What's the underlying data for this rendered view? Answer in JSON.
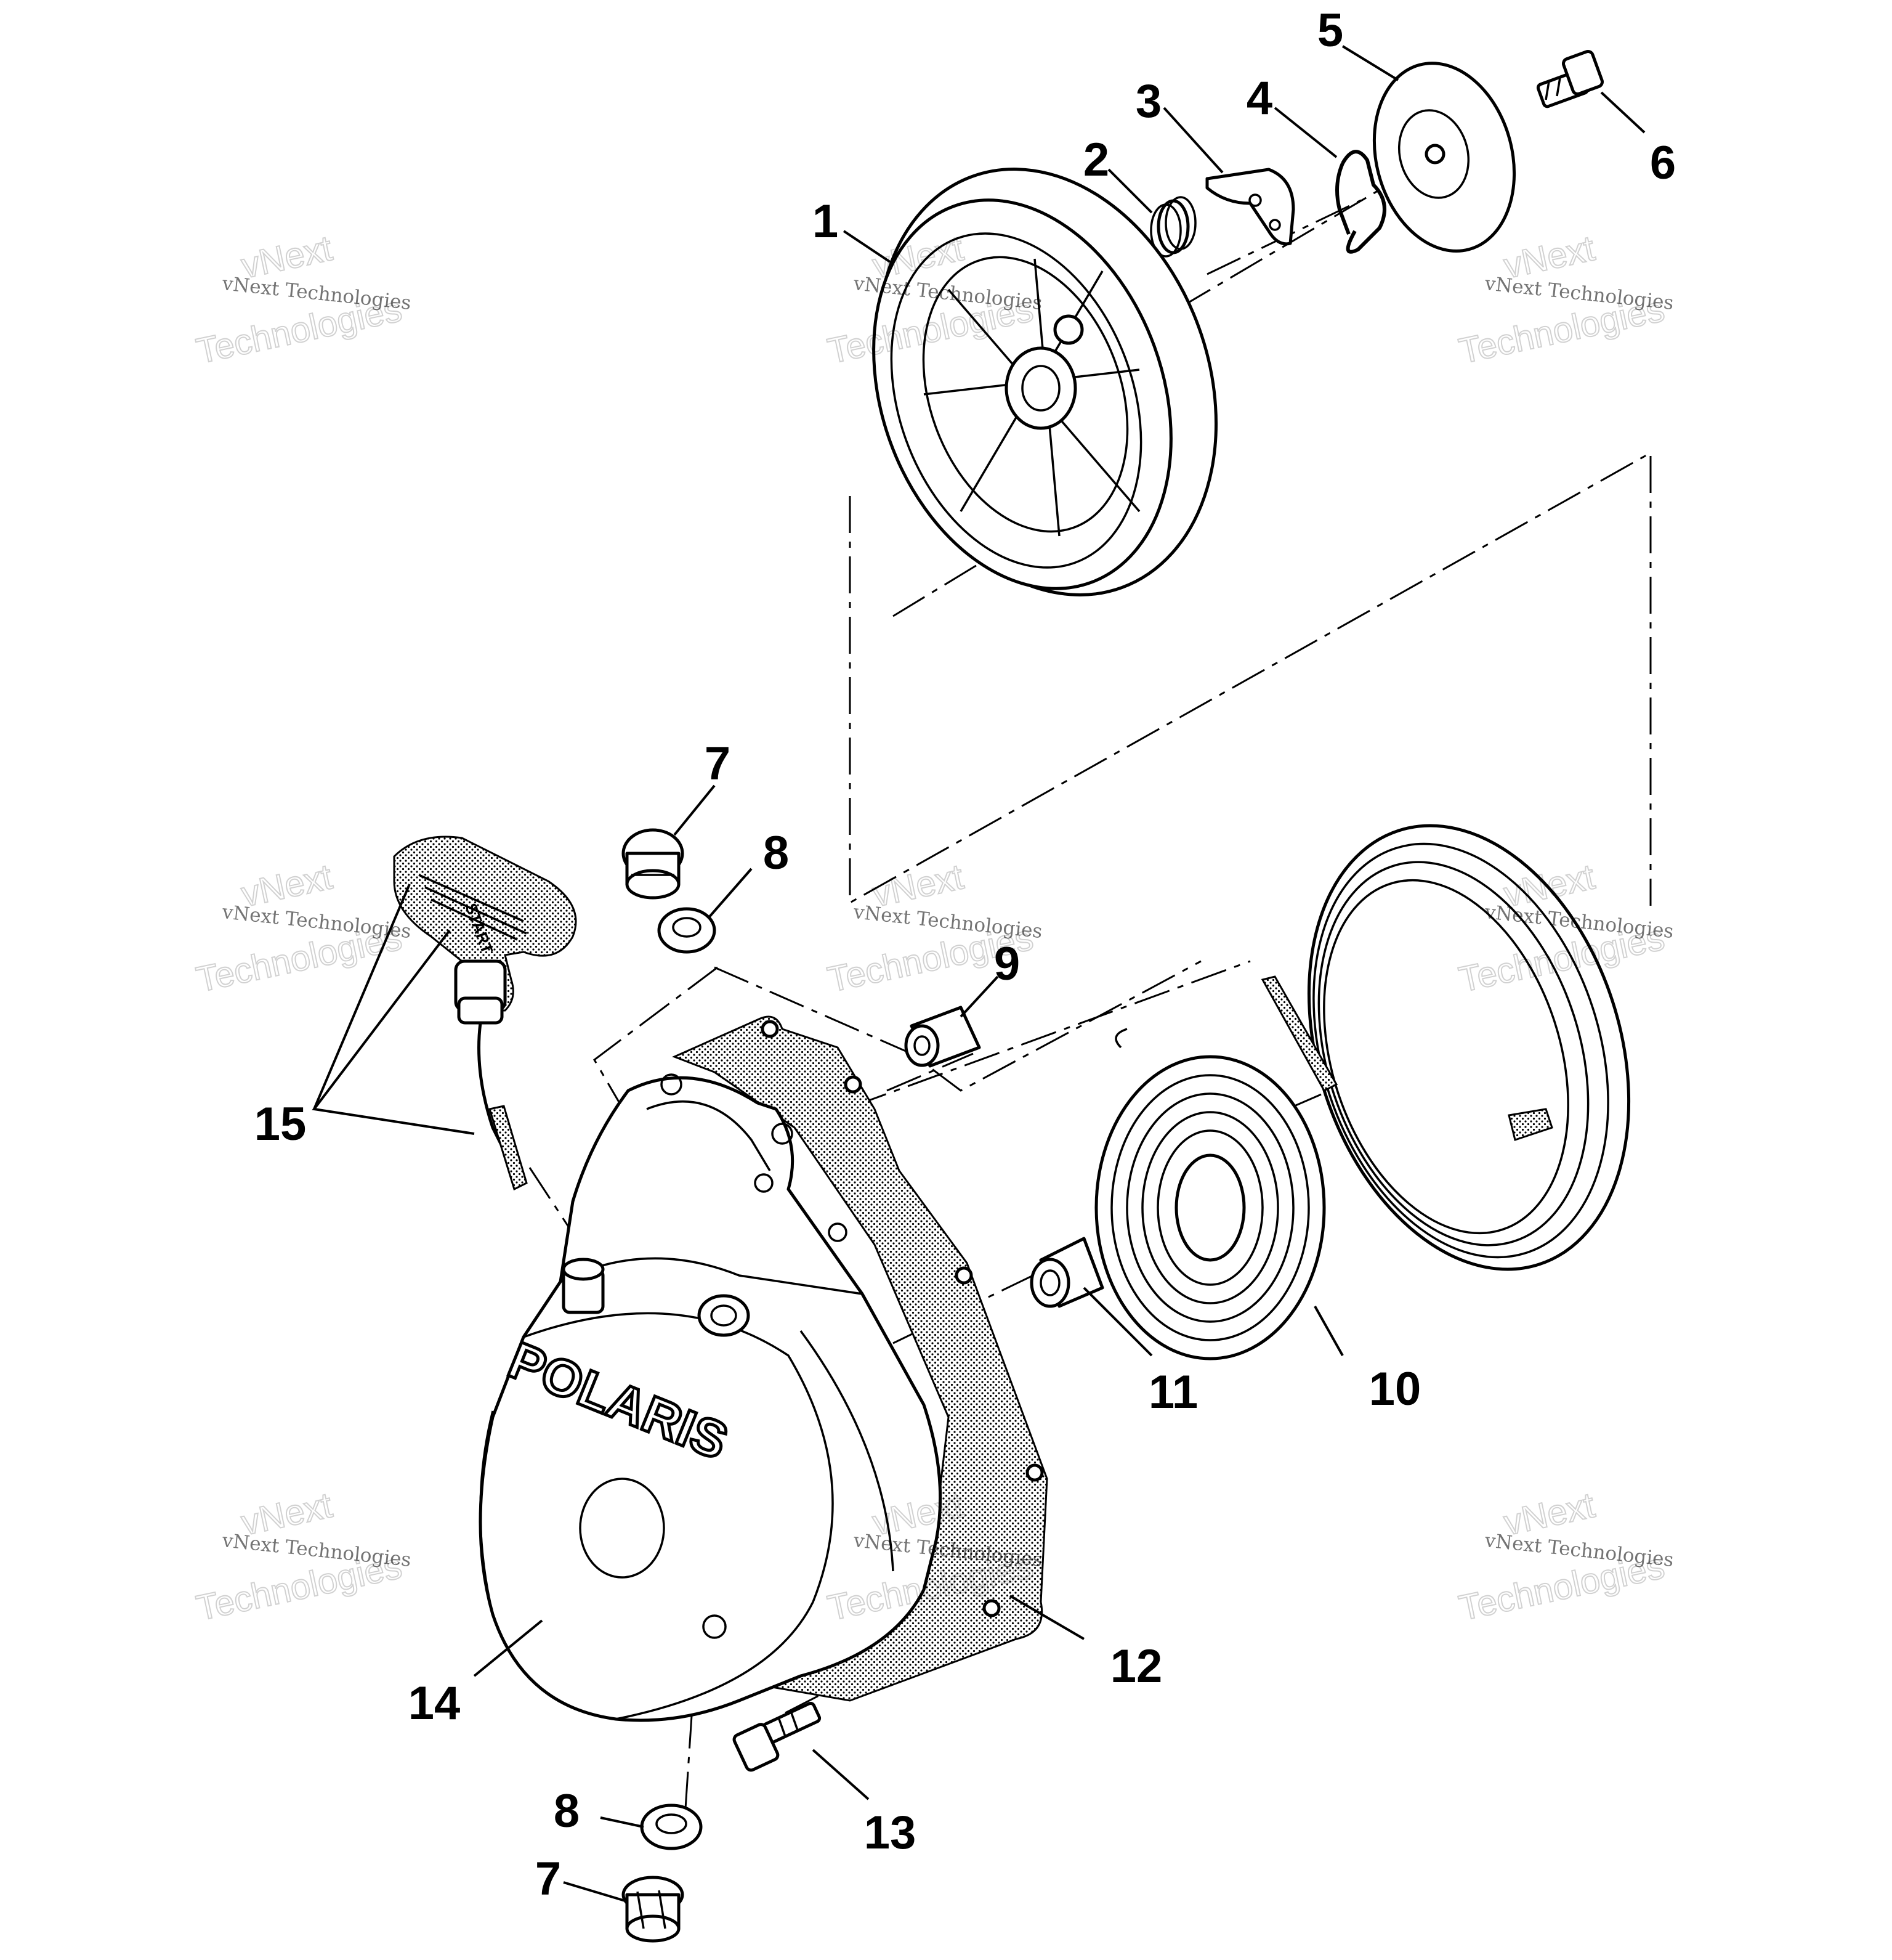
{
  "diagram": {
    "callouts": [
      {
        "id": "c1",
        "label": "1"
      },
      {
        "id": "c2",
        "label": "2"
      },
      {
        "id": "c3",
        "label": "3"
      },
      {
        "id": "c4",
        "label": "4"
      },
      {
        "id": "c5",
        "label": "5"
      },
      {
        "id": "c6",
        "label": "6"
      },
      {
        "id": "c7a",
        "label": "7"
      },
      {
        "id": "c8a",
        "label": "8"
      },
      {
        "id": "c9",
        "label": "9"
      },
      {
        "id": "c10",
        "label": "10"
      },
      {
        "id": "c11",
        "label": "11"
      },
      {
        "id": "c12",
        "label": "12"
      },
      {
        "id": "c13",
        "label": "13"
      },
      {
        "id": "c14",
        "label": "14"
      },
      {
        "id": "c15",
        "label": "15"
      },
      {
        "id": "c8b",
        "label": "8"
      },
      {
        "id": "c7b",
        "label": "7"
      }
    ],
    "housing_logo": "POLARIS",
    "handle_text": "START",
    "watermark": {
      "line1": "vNext Technologies",
      "line2a": "vNext",
      "line2b": "Technologies"
    }
  }
}
